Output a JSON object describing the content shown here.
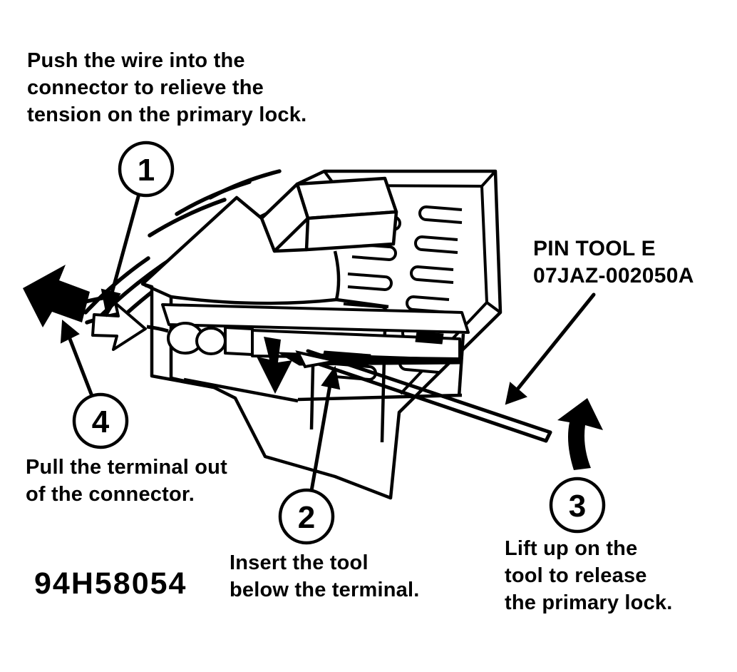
{
  "figure": {
    "part_number": "94H58054",
    "tool_label": {
      "lines": [
        "PIN TOOL E",
        "07JAZ-002050A"
      ]
    },
    "steps": [
      {
        "number": "1",
        "lines": [
          "Push the wire into the",
          "connector to relieve the",
          "tension on the primary lock."
        ]
      },
      {
        "number": "2",
        "lines": [
          "Insert the tool",
          "below the terminal."
        ]
      },
      {
        "number": "3",
        "lines": [
          "Lift up on the",
          "tool to release",
          "the primary lock."
        ]
      },
      {
        "number": "4",
        "lines": [
          "Pull the terminal out",
          "of the connector."
        ]
      }
    ],
    "colors": {
      "ink": "#000000",
      "paper": "#ffffff"
    }
  }
}
